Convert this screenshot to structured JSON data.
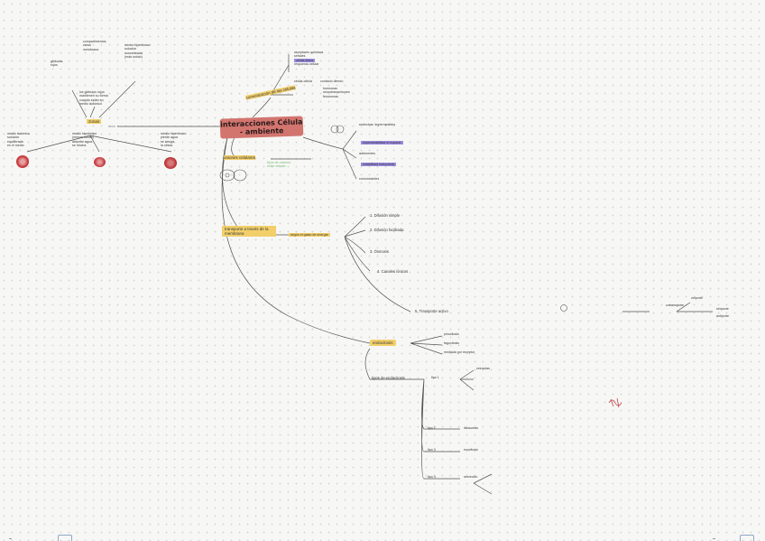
{
  "title": "interacciones Célula - ambiente",
  "left": {
    "zonas": "zonas",
    "top_group": [
      "compartimentos",
      "canal",
      "membrana"
    ],
    "top_left": [
      "glóbulos",
      "rojos"
    ],
    "top_right": [
      "medio hipertónico",
      "solución",
      "concentrada",
      "(más soluto)"
    ],
    "center_note": [
      "los glóbulos rojos",
      "mantienen su forma",
      "cuando están en",
      "medio isotónico"
    ],
    "bottom_left": [
      "medio isotónico",
      "solución",
      "equilibrada",
      "en el medio"
    ],
    "bottom_mid": [
      "medio hipotónico",
      "(menos soluto)",
      "absorbe agua",
      "se hincha"
    ],
    "bottom_right": [
      "medio hipertónico",
      "pierde agua",
      "se arruga",
      "la célula"
    ]
  },
  "upper": {
    "label": "comunicación de las células",
    "notes": [
      "receptores químicos",
      "señales",
      "célula diana",
      "respuesta celular"
    ],
    "tags": [
      "célula-célula",
      "contacto directo"
    ],
    "sub": [
      "hormonas",
      "neurotransmisores",
      "feromonas"
    ]
  },
  "middle": {
    "uniones": "uniones celulares",
    "uniones_notes": [
      "tipos de uniones",
      "entre células"
    ],
    "right_notes": [
      "estrechas: impermeables",
      "adherentes",
      "comunicantes"
    ],
    "purple_1": "impermeabilizar el espacio",
    "purple_2": "estabilidad estructural"
  },
  "transport": {
    "label": "transporte a través de la membrana",
    "sub": "según el gasto de energía",
    "items": [
      "1. Difusión simple",
      "2. Difusión facilitada",
      "3. Ósmosis",
      "4. Canales iónicos",
      "5. Transporte activo"
    ],
    "right_terms": [
      "uniporte",
      "simporte",
      "antiporte"
    ],
    "far_right": "cotransporte"
  },
  "endo": {
    "label": "endocitosis",
    "items": [
      "pinocitosis",
      "fagocitosis",
      "mediada por receptor"
    ],
    "tipos": "tipos de endocitosis",
    "sections": [
      "tipo 1",
      "tipo 2",
      "tipo 3",
      "tipo 4"
    ],
    "section_labels": [
      "vesículas",
      "lisosomas",
      "exocitosis",
      "secreción"
    ]
  },
  "colors": {
    "title_bg": "#d2756f",
    "yellow": "#f2cf6a",
    "purple": "#9b8be0",
    "cell_red": "#c4383c",
    "line": "#4a4a4a"
  }
}
